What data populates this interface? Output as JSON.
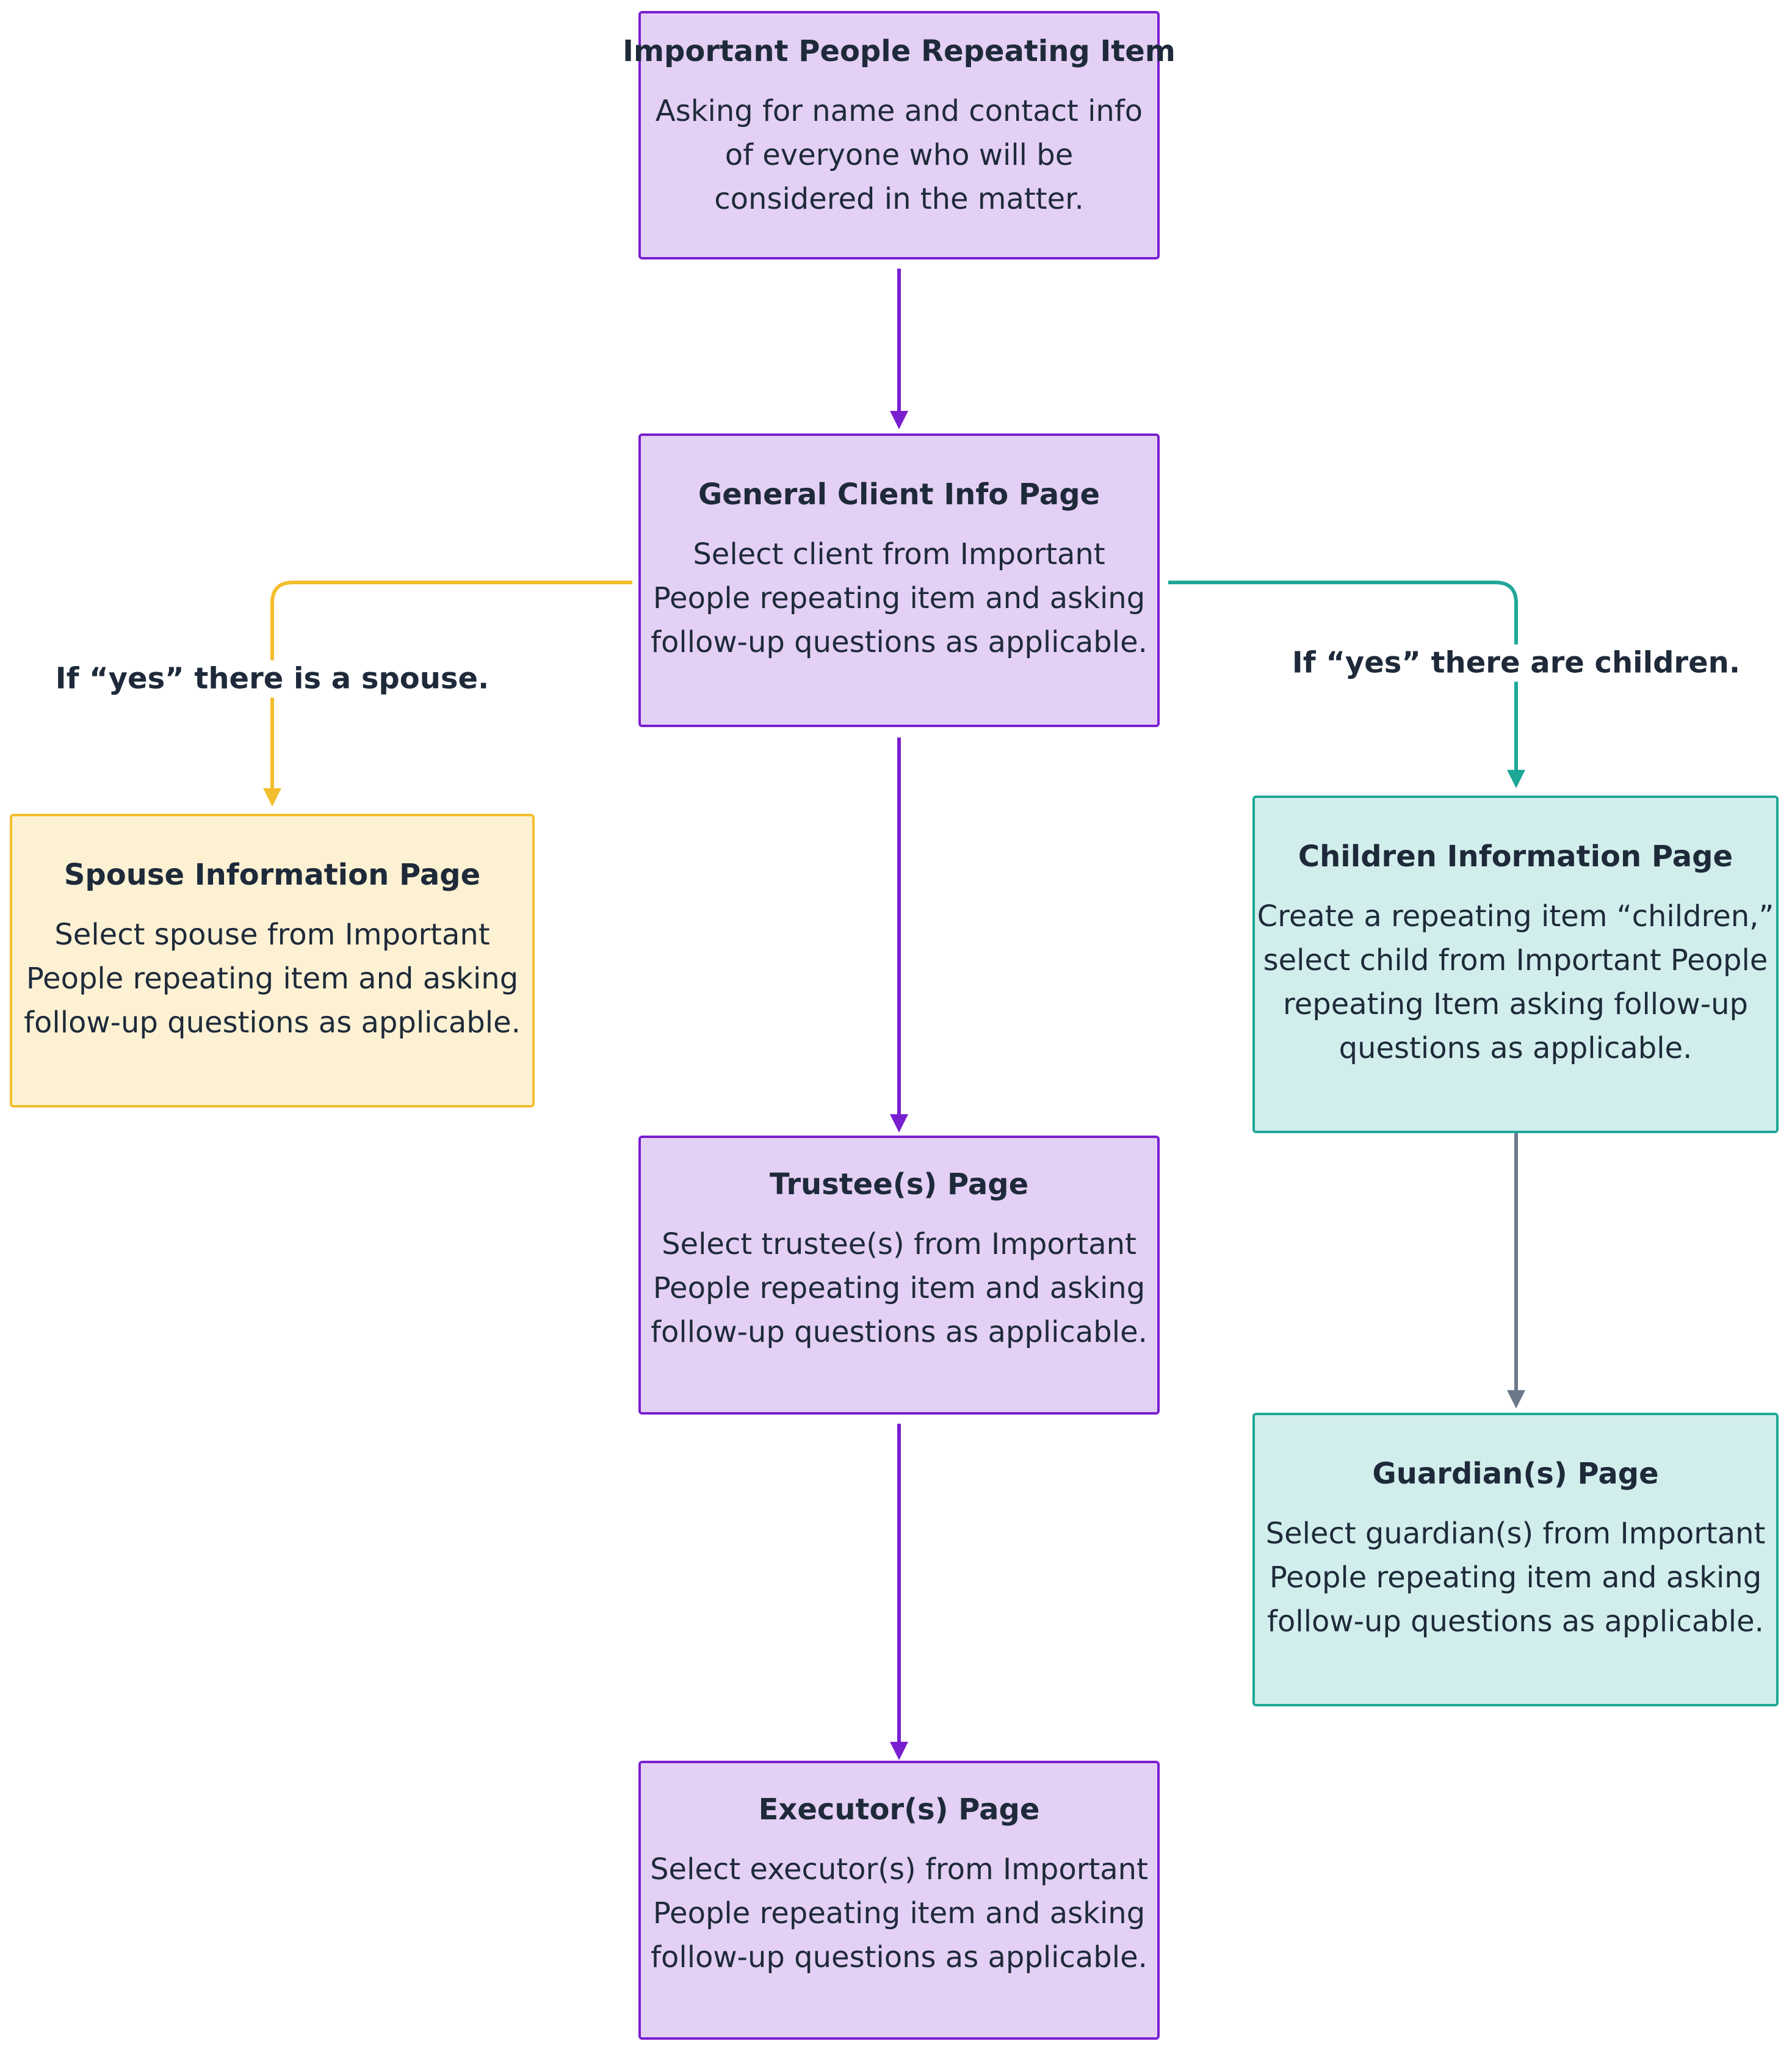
{
  "colors": {
    "purple_fill": "#e4d0f4",
    "purple_stroke": "#7a1fcf",
    "yellow_fill": "#fdf1d3",
    "yellow_stroke": "#f2be2d",
    "teal_fill": "#d2eeec",
    "teal_stroke": "#1ea797",
    "gray_connector": "#6b7a8a",
    "text": "#1e2a3a"
  },
  "nodes": {
    "important_people": {
      "title": "Important People Repeating Item",
      "body": "Asking for name and contact info\nof everyone who will be\nconsidered in the matter."
    },
    "general_client": {
      "title": "General Client Info Page",
      "body": "Select client from Important\nPeople repeating item and asking\nfollow-up questions as applicable."
    },
    "spouse": {
      "title": "Spouse Information Page",
      "body": "Select spouse from Important\nPeople repeating item and asking\nfollow-up questions as applicable."
    },
    "children": {
      "title": "Children Information Page",
      "body": "Create a repeating item “children,”\nselect child from Important People\nrepeating Item asking follow-up\nquestions as applicable."
    },
    "trustee": {
      "title": "Trustee(s) Page",
      "body": "Select trustee(s) from Important\nPeople repeating item and asking\nfollow-up questions as applicable."
    },
    "guardian": {
      "title": "Guardian(s) Page",
      "body": "Select guardian(s) from Important\nPeople repeating item and asking\nfollow-up questions as applicable."
    },
    "executor": {
      "title": "Executor(s) Page",
      "body": "Select executor(s) from Important\nPeople repeating item and asking\nfollow-up questions as applicable."
    }
  },
  "edges": {
    "spouse_label": "If “yes” there is a spouse.",
    "children_label": "If “yes” there are children."
  }
}
